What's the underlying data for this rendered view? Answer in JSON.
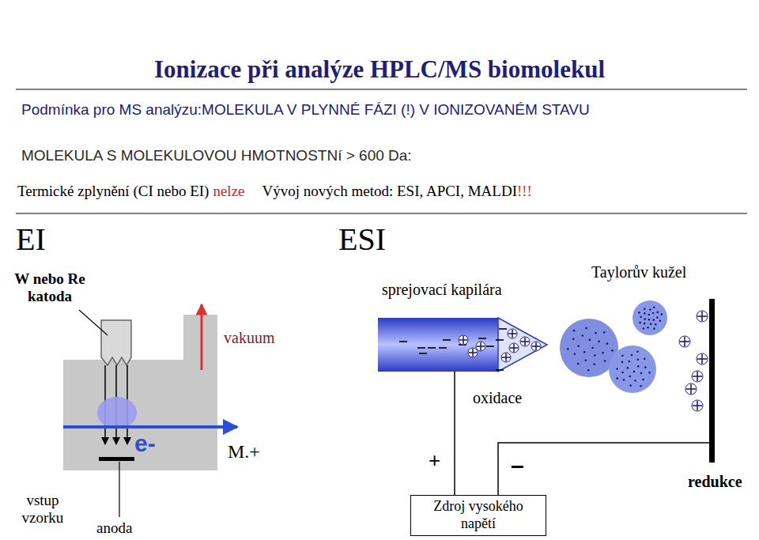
{
  "diagram": {
    "title": "Ionizace při analýze HPLC/MS biomolekul",
    "nodes": [
      {
        "text": [
          "Zdroj vysokého napětí"
        ]
      }
    ],
    "edges": [],
    "labels": [
      "Podmínka pro MS analýzu:MOLEKULA V PLYNNÉ FÁZI (!) V IONIZOVANÉM STAVU",
      "MOLEKULA S MOLEKULOVOU HMOTNOSTNí > 600 Da:",
      "Termické zplynění (CI nebo EI)",
      "nelze",
      "Vývoj nových metod: ESI, APCI, MALDI",
      "!!!",
      "EI",
      "ESI",
      "W nebo Re katoda",
      "vakuum",
      "e-",
      "M.+",
      "vstup vzorku",
      "anoda",
      "sprejovací kapilára",
      "Taylorův kužel",
      "oxidace",
      "+",
      "–",
      "redukce"
    ]
  }
}
